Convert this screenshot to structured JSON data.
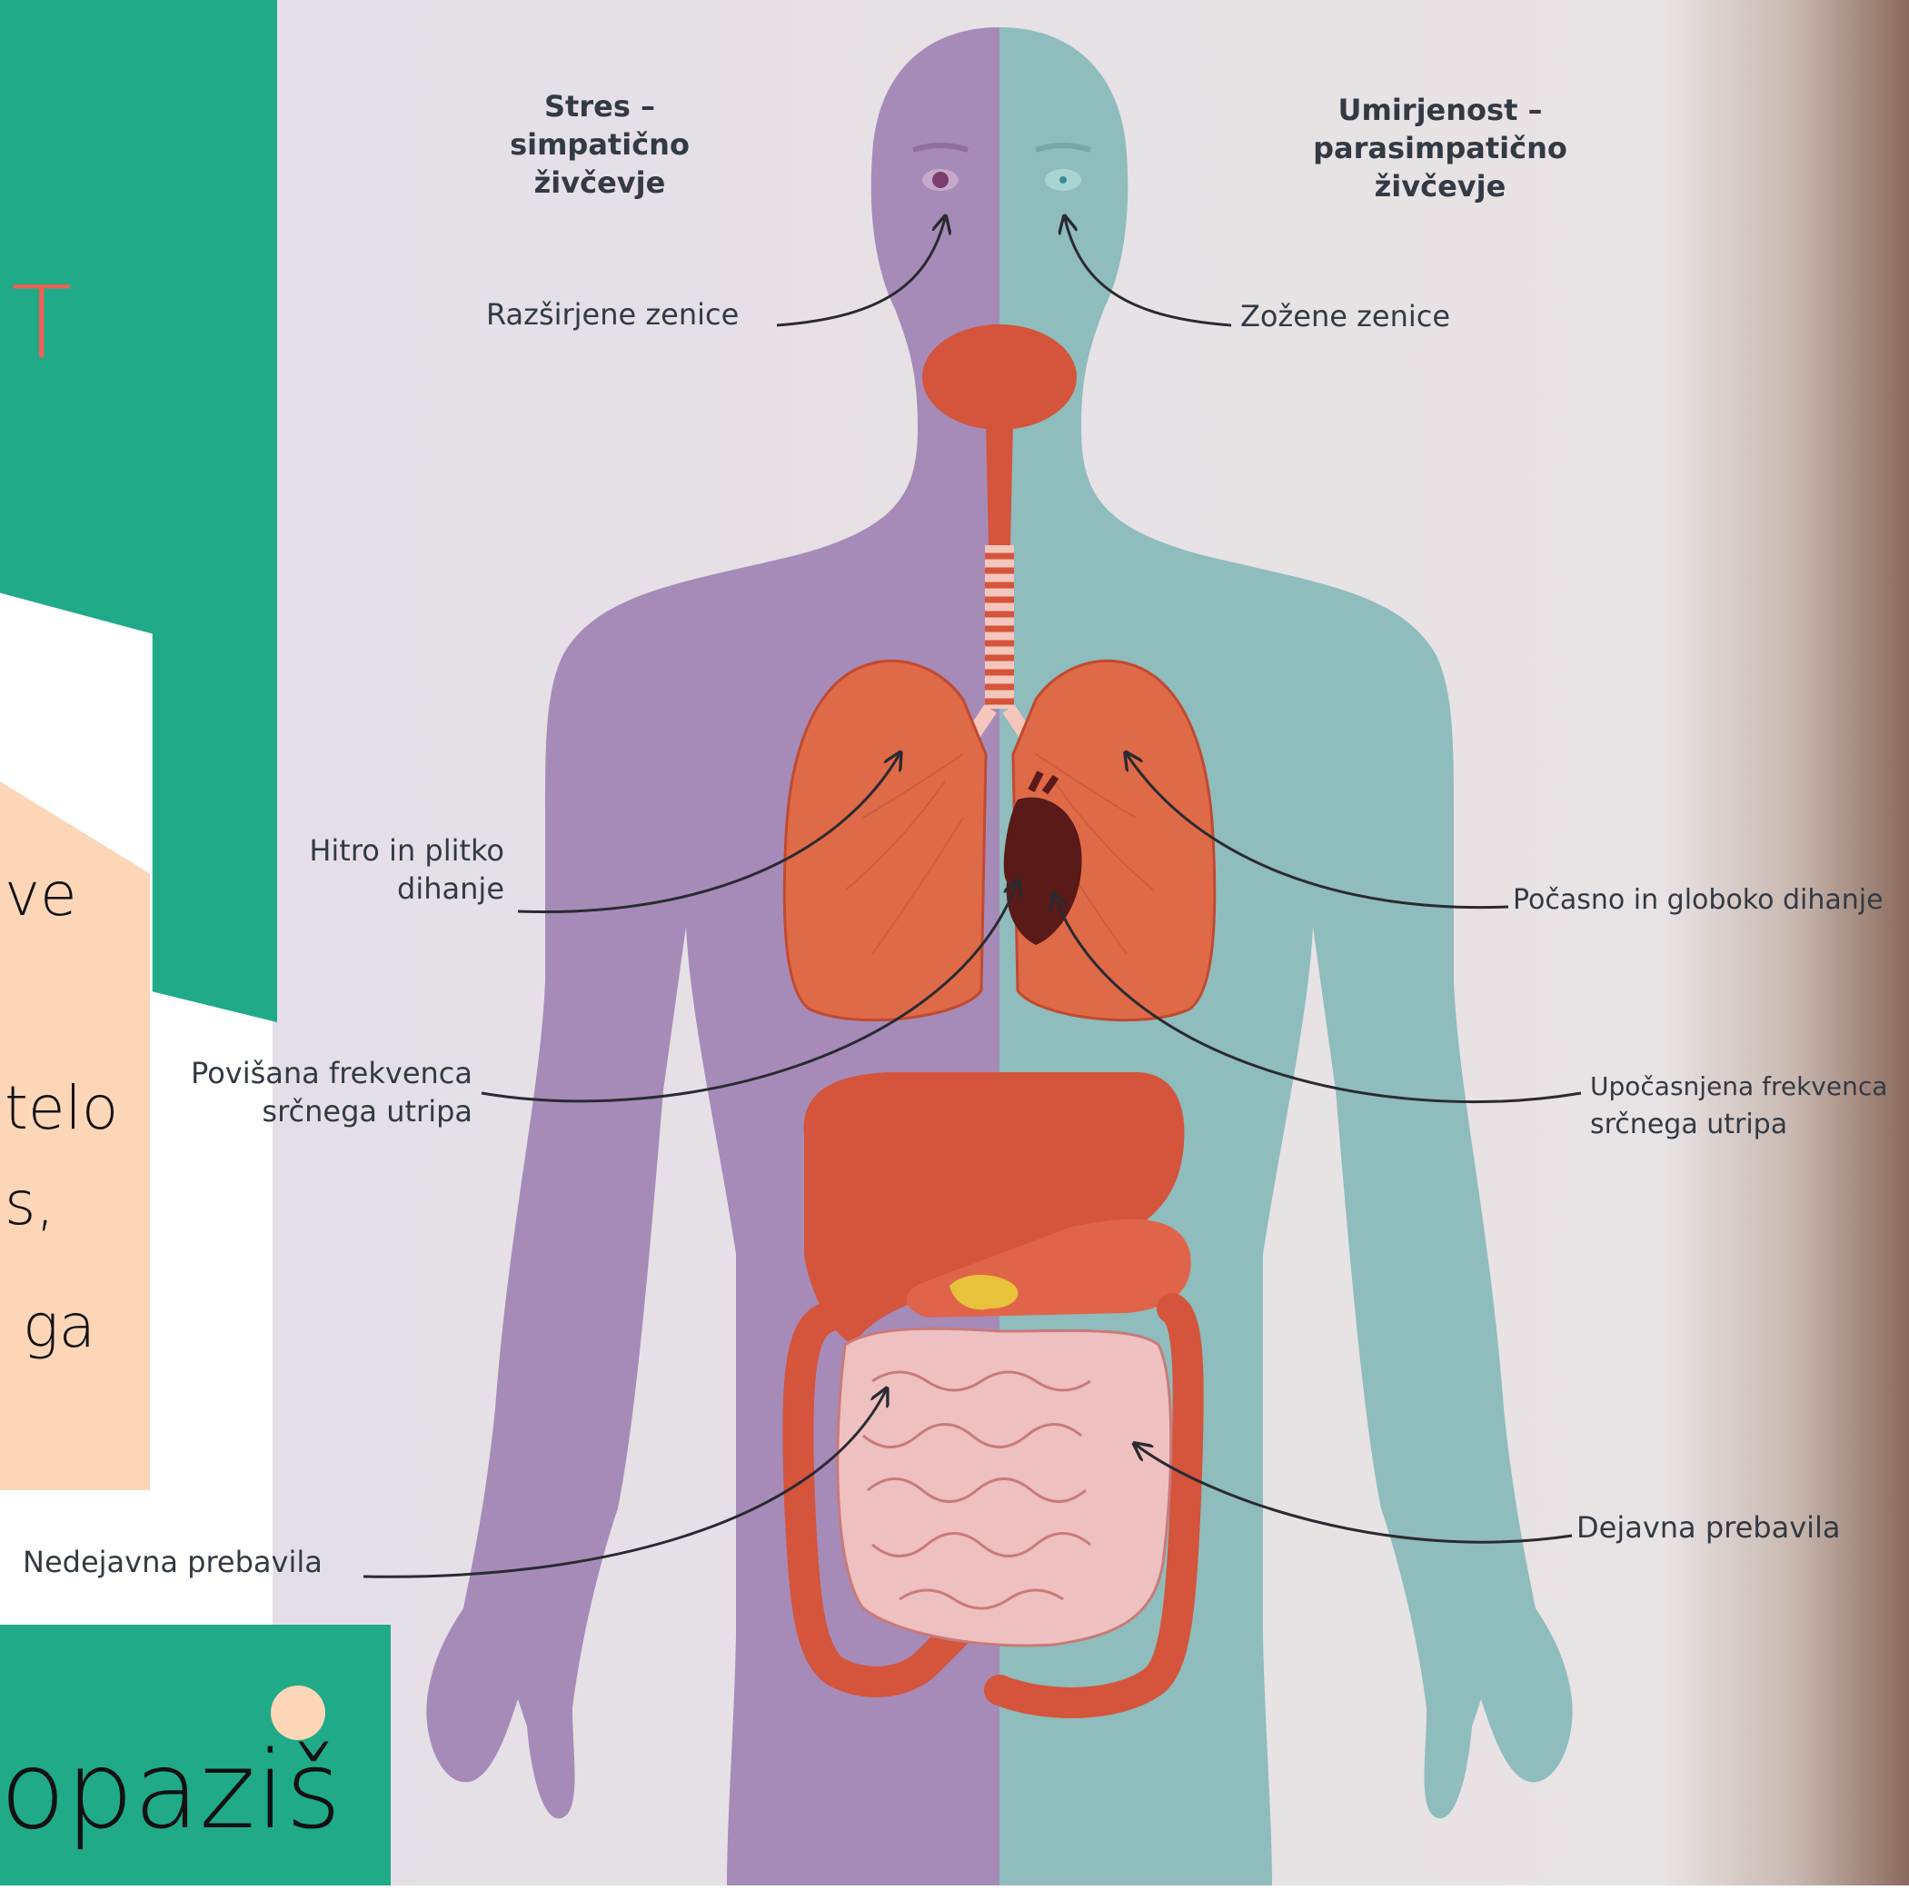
{
  "colors": {
    "teal_panel": "#20aa88",
    "peach_panel": "#fdd6b8",
    "stress_side": "#a68bb8",
    "calm_side": "#8fbcbc",
    "organ_red": "#d4543c",
    "heart_dark": "#5a1a18",
    "intestine_pink": "#eec0c0",
    "label_text": "#333a44",
    "accent_red": "#f06050"
  },
  "slide": {
    "accent_fragment": "T",
    "text_lines": [
      "ve",
      "telo",
      "s,",
      "ga"
    ],
    "bottom_word": "opaziš"
  },
  "diagram": {
    "header_left": [
      "Stres –",
      "simpatično živčevje"
    ],
    "header_right": [
      "Umirjenost –",
      "parasimpatično živčevje"
    ],
    "labels": {
      "pupils_dilated": "Razširjene zenice",
      "pupils_constricted": "Zožene zenice",
      "breathing_fast": [
        "Hitro in plitko",
        "dihanje"
      ],
      "breathing_slow": "Počasno in globoko dihanje",
      "heart_fast": [
        "Povišana frekvenca",
        "srčnega utripa"
      ],
      "heart_slow": [
        "Upočasnjena frekvenca",
        "srčnega utripa"
      ],
      "digestion_inactive": "Nedejavna prebavila",
      "digestion_active": "Dejavna prebavila"
    }
  }
}
